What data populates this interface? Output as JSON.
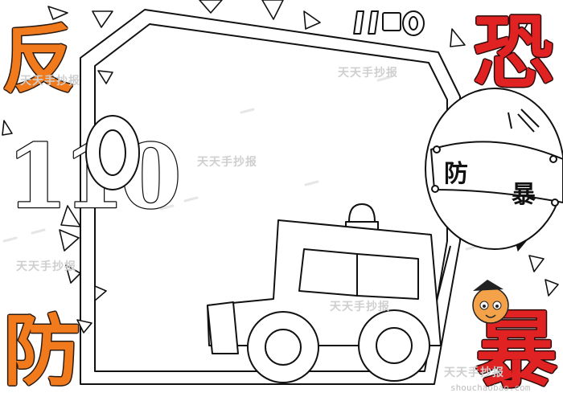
{
  "headline": {
    "left_top": "反",
    "left_num": "110",
    "left_bottom": "防",
    "right_top": "恐",
    "right_bottom": "暴"
  },
  "top_num": "110",
  "badge": {
    "left": "防",
    "right": "暴"
  },
  "watermark": {
    "text": "天天手抄报",
    "url": "shouchaobao.com"
  },
  "colors": {
    "orange": "#f07a1c",
    "red": "#e02222",
    "outline": "#111111"
  }
}
